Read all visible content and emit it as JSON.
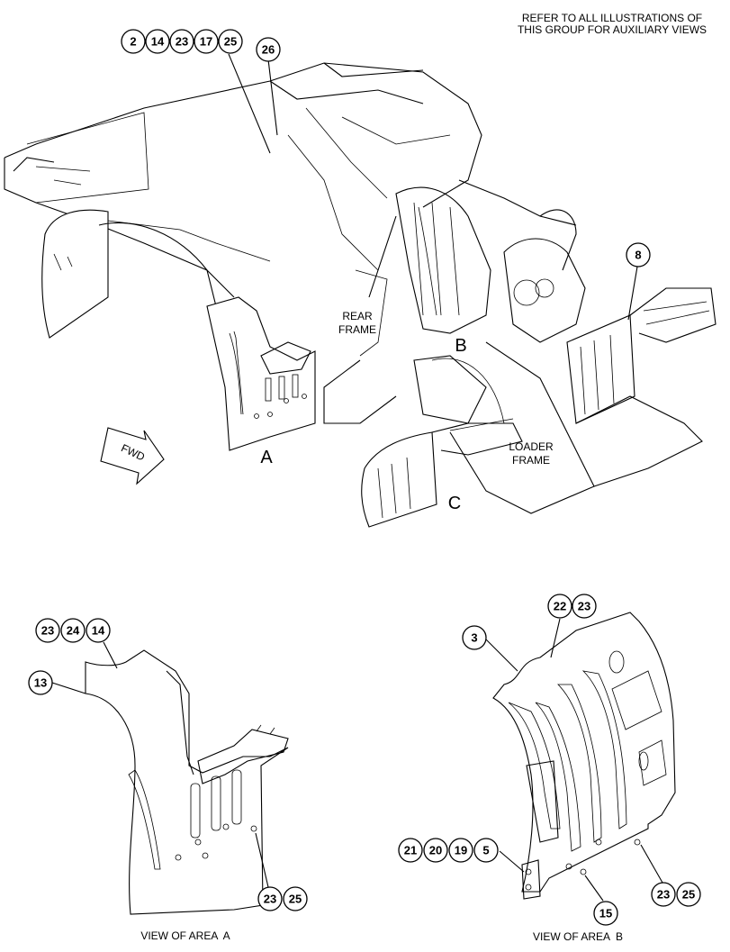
{
  "header_note": {
    "line1": "REFER TO ALL ILLUSTRATIONS OF",
    "line2": "THIS GROUP FOR AUXILIARY VIEWS"
  },
  "main_view": {
    "fwd_arrow": "FWD",
    "rear_frame_line1": "REAR",
    "rear_frame_line2": "FRAME",
    "loader_frame_line1": "LOADER",
    "loader_frame_line2": "FRAME",
    "area_a": "A",
    "area_b": "B",
    "area_c": "C",
    "callouts_top_row": [
      "2",
      "14",
      "23",
      "17",
      "25"
    ],
    "callout_26": "26",
    "callout_8": "8"
  },
  "view_a": {
    "caption": "VIEW OF AREA  A",
    "callouts_top_row": [
      "23",
      "24",
      "14"
    ],
    "callout_13": "13",
    "callouts_bottom": [
      "23",
      "25"
    ]
  },
  "view_b": {
    "caption": "VIEW OF AREA  B",
    "callouts_top_pair": [
      "22",
      "23"
    ],
    "callout_3": "3",
    "callouts_left_row": [
      "21",
      "20",
      "19",
      "5"
    ],
    "callout_15": "15",
    "callouts_bottom_right": [
      "23",
      "25"
    ]
  }
}
